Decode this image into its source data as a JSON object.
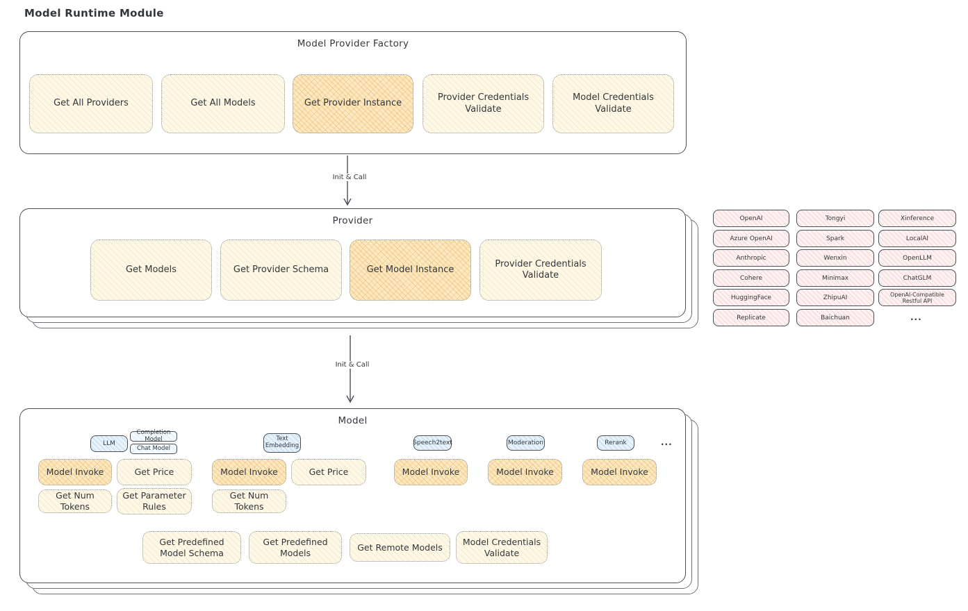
{
  "diagram_title": "Model Runtime Module",
  "arrows": {
    "factory_to_provider": "Init & Call",
    "provider_to_model": "Init & Call"
  },
  "factory": {
    "title": "Model Provider Factory",
    "buttons": [
      {
        "label": "Get All Providers",
        "highlighted": false
      },
      {
        "label": "Get All Models",
        "highlighted": false
      },
      {
        "label": "Get Provider Instance",
        "highlighted": true
      },
      {
        "label": "Provider Credentials Validate",
        "highlighted": false
      },
      {
        "label": "Model Credentials Validate",
        "highlighted": false
      }
    ]
  },
  "provider": {
    "title": "Provider",
    "buttons": [
      {
        "label": "Get Models",
        "highlighted": false
      },
      {
        "label": "Get Provider Schema",
        "highlighted": false
      },
      {
        "label": "Get Model Instance",
        "highlighted": true
      },
      {
        "label": "Provider Credentials Validate",
        "highlighted": false
      }
    ]
  },
  "provider_list": {
    "items": [
      "OpenAI",
      "Tongyi",
      "Xinference",
      "Azure OpenAI",
      "Spark",
      "LocalAI",
      "Anthropic",
      "Wenxin",
      "OpenLLM",
      "Cohere",
      "Minimax",
      "ChatGLM",
      "HuggingFace",
      "ZhipuAI",
      "OpenAI-Compatible Restful API",
      "Replicate",
      "Baichuan"
    ],
    "more_label": "..."
  },
  "model": {
    "title": "Model",
    "model_types": {
      "llm": "LLM",
      "completion_model": "Completion Model",
      "chat_model": "Chat Model",
      "text_embedding": "Text Embedding",
      "speech2text": "Speech2text",
      "moderation": "Moderation",
      "rerank": "Rerank",
      "more": "..."
    },
    "methods": {
      "llm_model_invoke": "Model Invoke",
      "llm_get_price": "Get Price",
      "llm_get_num_tokens": "Get Num Tokens",
      "llm_get_parameter_rules": "Get Parameter Rules",
      "embedding_model_invoke": "Model Invoke",
      "embedding_get_price": "Get Price",
      "embedding_get_num_tokens": "Get Num Tokens",
      "speech2text_model_invoke": "Model Invoke",
      "moderation_model_invoke": "Model Invoke",
      "rerank_model_invoke": "Model Invoke"
    },
    "shared_methods": [
      "Get Predefined Model Schema",
      "Get Predefined Models",
      "Get Remote Models",
      "Model Credentials Validate"
    ]
  },
  "colors": {
    "method_fill": "#fdf8e7",
    "method_highlight_fill": "#fbe9c4",
    "provider_chip_fill": "#fdf1f1",
    "model_type_fill": "#e7f2fb",
    "border_dark": "#494f55",
    "border_dotted": "#8d9399"
  }
}
